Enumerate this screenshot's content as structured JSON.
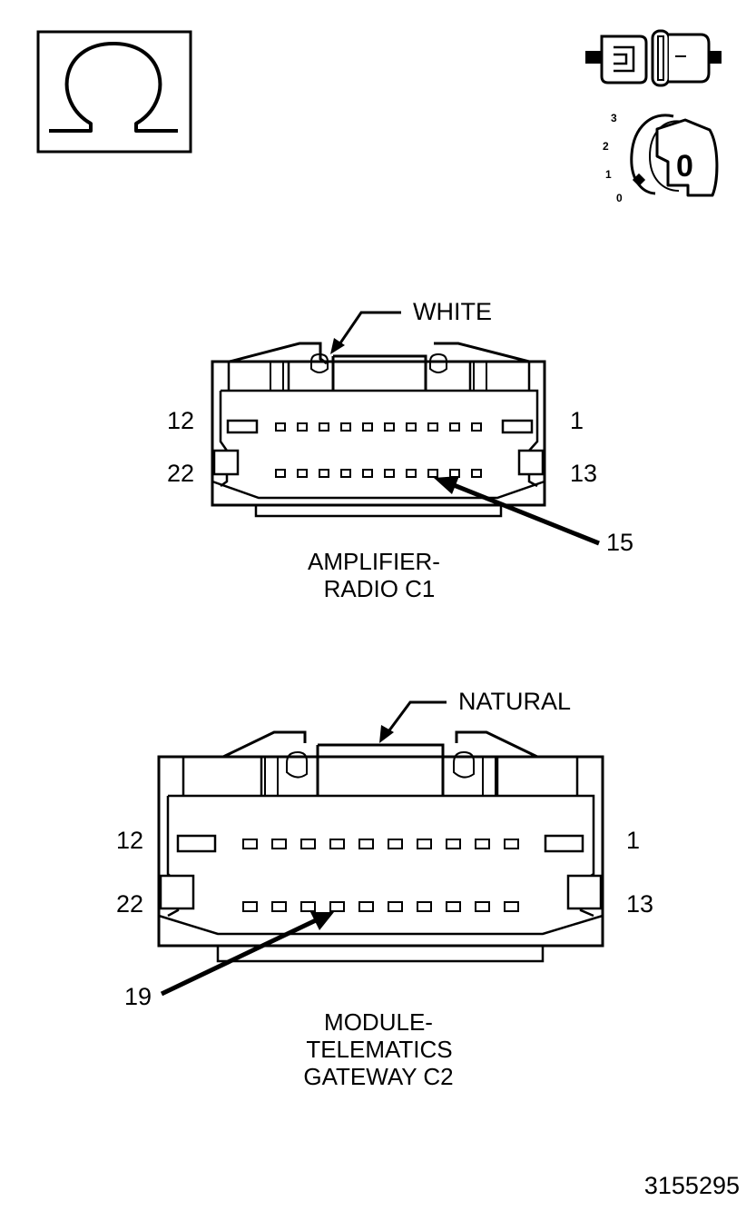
{
  "ohm_symbol": "Ω",
  "icons": {
    "ohmmeter": "ohm-icon",
    "connector": "connector-disconnected-icon",
    "ignition": "ignition-key-off-icon"
  },
  "ignition": {
    "positions": [
      "3",
      "2",
      "1",
      "0"
    ],
    "key_label": "0"
  },
  "connector_c1": {
    "color_label": "WHITE",
    "pin_top_left": "12",
    "pin_top_right": "1",
    "pin_bottom_left": "22",
    "pin_bottom_right": "13",
    "callout_pin": "15",
    "name_line1": "AMPLIFIER-",
    "name_line2": "RADIO C1"
  },
  "connector_c2": {
    "color_label": "NATURAL",
    "pin_top_left": "12",
    "pin_top_right": "1",
    "pin_bottom_left": "22",
    "pin_bottom_right": "13",
    "callout_pin": "19",
    "name_line1": "MODULE-",
    "name_line2": "TELEMATICS",
    "name_line3": "GATEWAY C2"
  },
  "figure_number": "3155295"
}
